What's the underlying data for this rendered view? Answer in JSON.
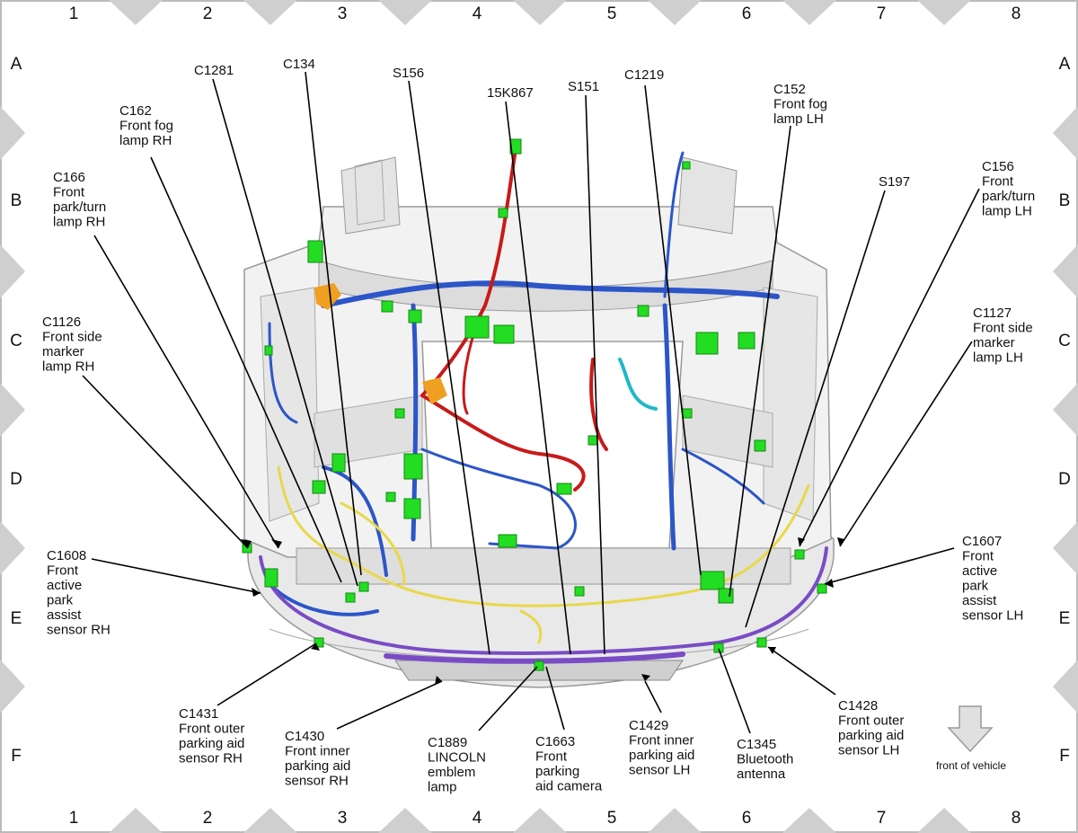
{
  "grid": {
    "columns": [
      "1",
      "2",
      "3",
      "4",
      "5",
      "6",
      "7",
      "8"
    ],
    "rows": [
      "A",
      "B",
      "C",
      "D",
      "E",
      "F"
    ]
  },
  "callouts": [
    {
      "id": "c1281",
      "lines": [
        "C1281"
      ]
    },
    {
      "id": "c134",
      "lines": [
        "C134"
      ]
    },
    {
      "id": "s156",
      "lines": [
        "S156"
      ]
    },
    {
      "id": "15k867",
      "lines": [
        "15K867"
      ]
    },
    {
      "id": "s151",
      "lines": [
        "S151"
      ]
    },
    {
      "id": "c1219",
      "lines": [
        "C1219"
      ]
    },
    {
      "id": "c162",
      "lines": [
        "C162",
        "Front fog",
        "lamp RH"
      ]
    },
    {
      "id": "c152",
      "lines": [
        "C152",
        "Front fog",
        "lamp LH"
      ]
    },
    {
      "id": "c166",
      "lines": [
        "C166",
        "Front",
        "park/turn",
        "lamp RH"
      ]
    },
    {
      "id": "s197",
      "lines": [
        "S197"
      ]
    },
    {
      "id": "c156",
      "lines": [
        "C156",
        "Front",
        "park/turn",
        "lamp LH"
      ]
    },
    {
      "id": "c1126",
      "lines": [
        "C1126",
        "Front side",
        "marker",
        "lamp RH"
      ]
    },
    {
      "id": "c1127",
      "lines": [
        "C1127",
        "Front side",
        "marker",
        "lamp LH"
      ]
    },
    {
      "id": "c1608",
      "lines": [
        "C1608",
        "Front",
        "active",
        "park",
        "assist",
        "sensor RH"
      ]
    },
    {
      "id": "c1607",
      "lines": [
        "C1607",
        "Front",
        "active",
        "park",
        "assist",
        "sensor LH"
      ]
    },
    {
      "id": "c1431",
      "lines": [
        "C1431",
        "Front outer",
        "parking aid",
        "sensor RH"
      ]
    },
    {
      "id": "c1430",
      "lines": [
        "C1430",
        "Front inner",
        "parking aid",
        "sensor RH"
      ]
    },
    {
      "id": "c1889",
      "lines": [
        "C1889",
        "LINCOLN",
        "emblem",
        "lamp"
      ]
    },
    {
      "id": "c1663",
      "lines": [
        "C1663",
        "Front",
        "parking",
        "aid camera"
      ]
    },
    {
      "id": "c1429",
      "lines": [
        "C1429",
        "Front inner",
        "parking aid",
        "sensor LH"
      ]
    },
    {
      "id": "c1345",
      "lines": [
        "C1345",
        "Bluetooth",
        "antenna"
      ]
    },
    {
      "id": "c1428",
      "lines": [
        "C1428",
        "Front outer",
        "parking aid",
        "sensor LH"
      ]
    }
  ],
  "legend": {
    "front_label": "front of vehicle",
    "arrow_icon": "down-arrow-icon"
  },
  "colors": {
    "harness_blue": "#2c55c8",
    "harness_red": "#c81a1a",
    "harness_yellow": "#e8d84a",
    "harness_purple": "#7a4cc4",
    "harness_cyan": "#20b8c8",
    "connector_green": "#22dd22",
    "grid_marker": "#cfcfcf"
  }
}
